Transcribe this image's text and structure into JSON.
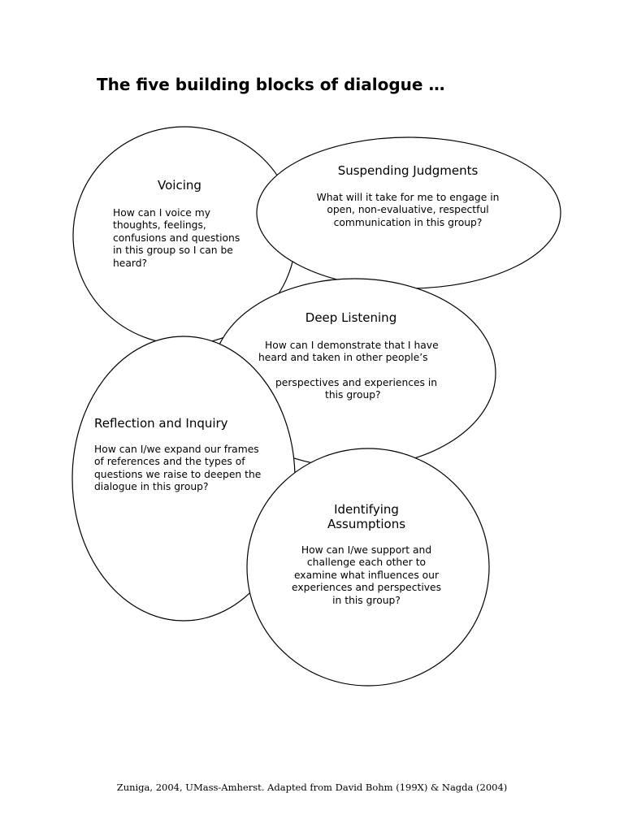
{
  "title": "The five building blocks of dialogue …",
  "blocks": {
    "voicing": {
      "heading": "Voicing",
      "lines": [
        "How can I voice my",
        "thoughts, feelings,",
        "confusions and questions",
        "in this group so I can be",
        "heard?"
      ]
    },
    "suspending": {
      "heading": "Suspending Judgments",
      "lines": [
        "What will it take for me to engage in",
        "open, non-evaluative, respectful",
        "communication in this group?"
      ]
    },
    "listening": {
      "heading": "Deep Listening",
      "lines": [
        "How can I demonstrate that I have",
        "heard and taken in other people’s",
        "perspectives and experiences in",
        "this group?"
      ]
    },
    "reflection": {
      "heading": "Reflection and Inquiry",
      "lines": [
        "How can I/we expand our frames",
        "of references and the types of",
        "questions we raise to deepen the",
        "dialogue in this group?"
      ]
    },
    "assumptions": {
      "heading_lines": [
        "Identifying",
        "Assumptions"
      ],
      "lines": [
        "How can I/we support and",
        "challenge each other to",
        "examine what influences our",
        "experiences and perspectives",
        "in this group?"
      ]
    }
  },
  "footer": "Zuniga, 2004, UMass-Amherst.  Adapted from David Bohm (199X) & Nagda (2004)"
}
